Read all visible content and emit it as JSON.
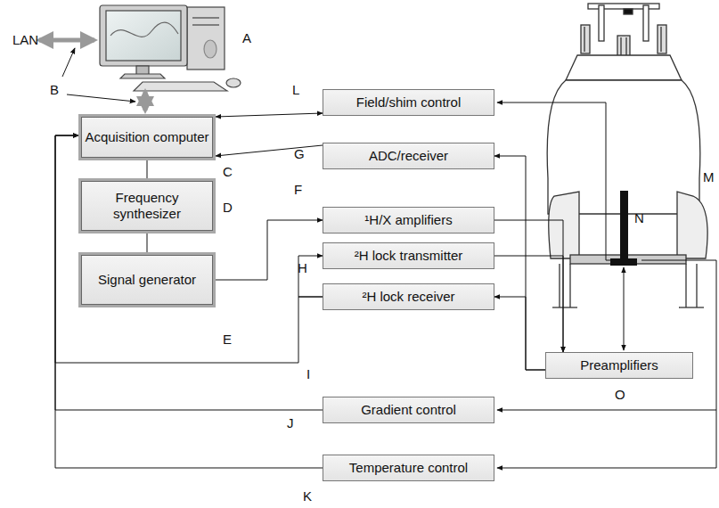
{
  "diagram": {
    "nodes": [
      {
        "text": [
          "Acquisition computer"
        ]
      },
      {
        "text": [
          "Frequency synthesizer"
        ]
      },
      {
        "text": [
          "Signal generator"
        ]
      },
      {
        "text": [
          "Field/shim control"
        ]
      },
      {
        "text": [
          "ADC/receiver"
        ]
      },
      {
        "text": [
          "¹H/X amplifiers"
        ]
      },
      {
        "text": [
          "²H lock transmitter"
        ]
      },
      {
        "text": [
          "²H lock receiver"
        ]
      },
      {
        "text": [
          "Preamplifiers"
        ]
      },
      {
        "text": [
          "Gradient control"
        ]
      },
      {
        "text": [
          "Temperature control"
        ]
      }
    ],
    "edges": [
      {
        "from": 0,
        "to": 3,
        "arrow": "both"
      },
      {
        "from": 4,
        "to": 0,
        "arrow": "to"
      },
      {
        "from": 0,
        "to": 1,
        "arrow": "none"
      },
      {
        "from": 1,
        "to": 2,
        "arrow": "none"
      },
      {
        "from": 2,
        "to": 5,
        "arrow": "to"
      },
      {
        "from": 7,
        "to": 6,
        "arrow": "to"
      },
      {
        "from": 7,
        "to": 0,
        "arrow": "to"
      },
      {
        "from": 9,
        "to": 0,
        "arrow": "to"
      },
      {
        "from": 10,
        "to": 0,
        "arrow": "to"
      },
      {
        "from": 5,
        "to": 8,
        "arrow": "to"
      },
      {
        "from": 6,
        "to": 8,
        "arrow": "to"
      },
      {
        "from": 8,
        "to": 4,
        "arrow": "to"
      },
      {
        "from": 8,
        "to": 7,
        "arrow": "to"
      }
    ],
    "labels": [
      "LAN",
      "A",
      "B",
      "C",
      "D",
      "E",
      "F",
      "G",
      "H",
      "I",
      "J",
      "K",
      "L",
      "M",
      "N",
      "O"
    ]
  }
}
